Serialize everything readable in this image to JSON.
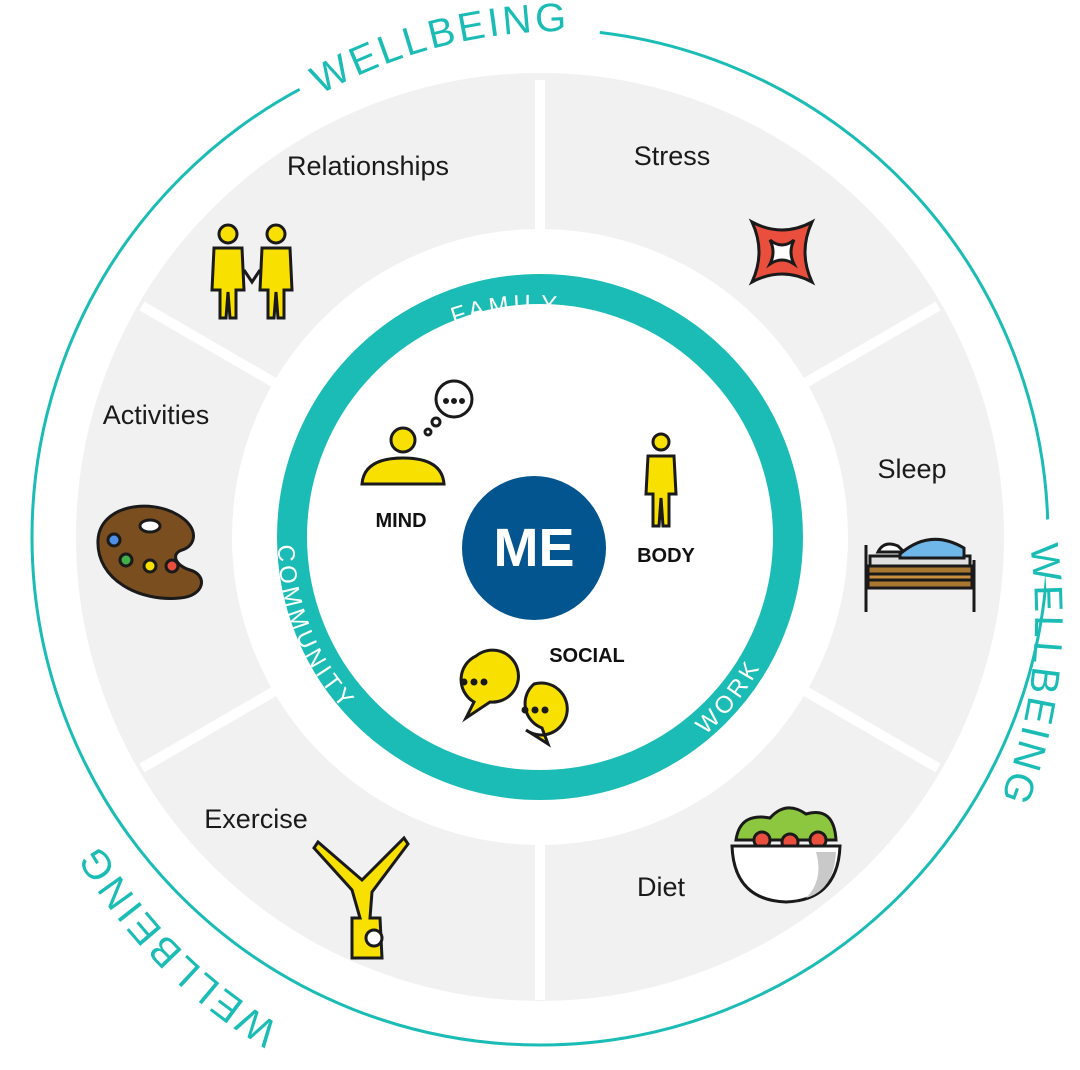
{
  "outer_label": "WELLBEING",
  "ring_labels": {
    "top": "FAMILY",
    "left": "COMMUNITY",
    "right": "WORK"
  },
  "center": "ME",
  "core_labels": {
    "mind": "MIND",
    "body": "BODY",
    "social": "SOCIAL"
  },
  "segments": {
    "relationships": "Relationships",
    "stress": "Stress",
    "activities": "Activities",
    "sleep": "Sleep",
    "exercise": "Exercise",
    "diet": "Diet"
  },
  "colors": {
    "teal": "#1bbcb5",
    "navy": "#03558f",
    "segment": "#f1f1f1",
    "yellow": "#f8e000",
    "stress_red": "#e94f3c",
    "wood": "#a9772f",
    "palette": "#7a4e1f",
    "lettuce": "#8dc63f",
    "tomato": "#e94f3c"
  }
}
